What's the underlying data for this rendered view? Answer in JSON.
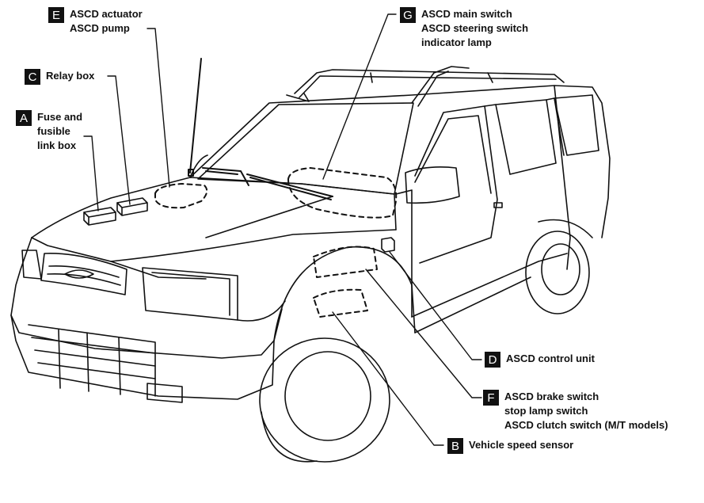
{
  "callouts": {
    "E": {
      "letter": "E",
      "lines": [
        "ASCD actuator",
        "ASCD pump"
      ]
    },
    "C": {
      "letter": "C",
      "lines": [
        "Relay box"
      ]
    },
    "A": {
      "letter": "A",
      "lines": [
        "Fuse and",
        "fusible",
        "link box"
      ]
    },
    "G": {
      "letter": "G",
      "lines": [
        "ASCD main switch",
        "ASCD steering switch",
        "indicator lamp"
      ]
    },
    "D": {
      "letter": "D",
      "lines": [
        "ASCD control unit"
      ]
    },
    "F": {
      "letter": "F",
      "lines": [
        "ASCD brake switch",
        "stop lamp switch",
        "ASCD clutch switch (M/T models)"
      ]
    },
    "B": {
      "letter": "B",
      "lines": [
        "Vehicle speed sensor"
      ]
    }
  },
  "colors": {
    "line": "#111111",
    "badge_bg": "#111111",
    "badge_fg": "#ffffff",
    "background": "#ffffff"
  }
}
